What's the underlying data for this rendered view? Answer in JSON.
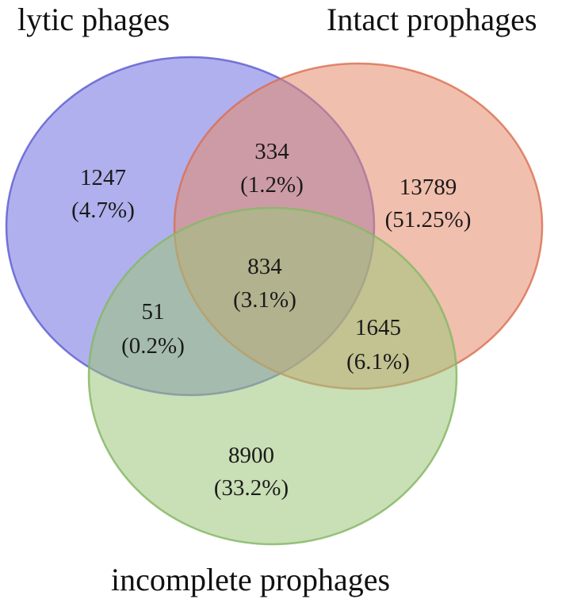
{
  "sets": [
    {
      "id": "lytic",
      "label": "lytic phages",
      "fill": "#6f6fe0",
      "stroke": "#5a5acf"
    },
    {
      "id": "intact",
      "label": "Intact prophages",
      "fill": "#e58a6b",
      "stroke": "#d96e4f"
    },
    {
      "id": "incomplete",
      "label": "incomplete prophages",
      "fill": "#9cc47a",
      "stroke": "#86b865"
    }
  ],
  "regions": [
    {
      "id": "lytic-only",
      "count": "1247",
      "percent": "(4.7%)"
    },
    {
      "id": "lytic-intact",
      "count": "334",
      "percent": "(1.2%)"
    },
    {
      "id": "intact-only",
      "count": "13789",
      "percent": "(51.25%)"
    },
    {
      "id": "all-three",
      "count": "834",
      "percent": "(3.1%)"
    },
    {
      "id": "lytic-incomplete",
      "count": "51",
      "percent": "(0.2%)"
    },
    {
      "id": "intact-incomplete",
      "count": "1645",
      "percent": "(6.1%)"
    },
    {
      "id": "incomplete-only",
      "count": "8900",
      "percent": "(33.2%)"
    }
  ]
}
